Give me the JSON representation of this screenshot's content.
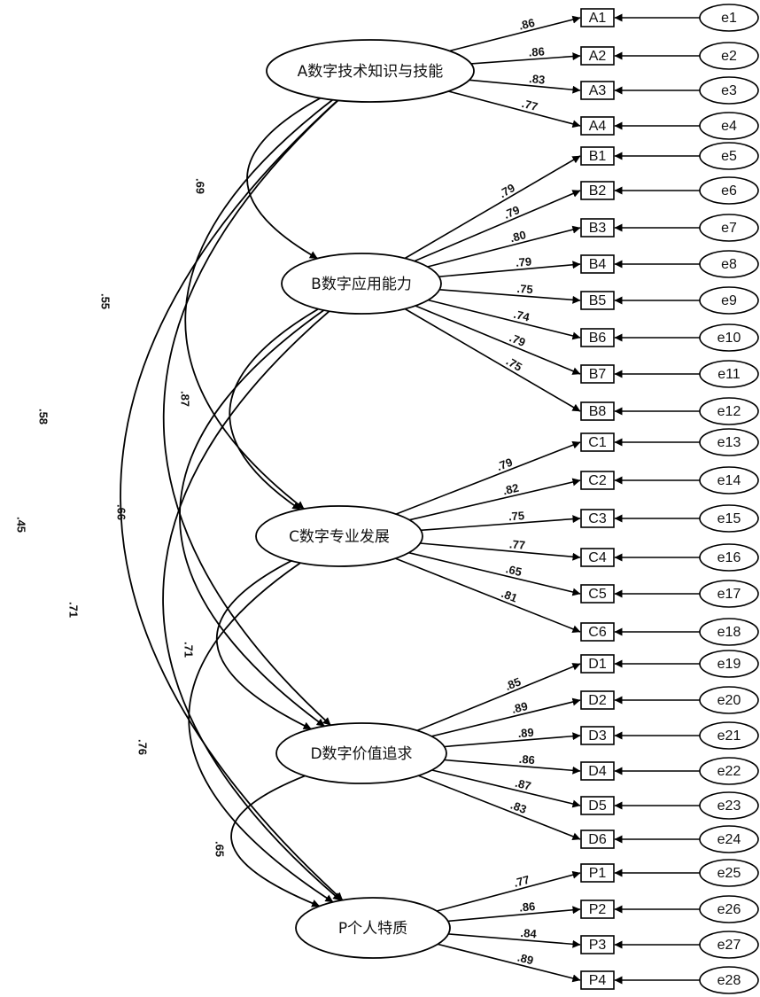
{
  "latents": [
    {
      "id": "A",
      "label": "A数字技术知识与技能"
    },
    {
      "id": "B",
      "label": "B数字应用能力"
    },
    {
      "id": "C",
      "label": "C数字专业发展"
    },
    {
      "id": "D",
      "label": "D数字价值追求"
    },
    {
      "id": "P",
      "label": "P个人特质"
    }
  ],
  "indicators": [
    {
      "label": "A1",
      "latent": "A",
      "loading": ".86",
      "error": "e1"
    },
    {
      "label": "A2",
      "latent": "A",
      "loading": ".86",
      "error": "e2"
    },
    {
      "label": "A3",
      "latent": "A",
      "loading": ".83",
      "error": "e3"
    },
    {
      "label": "A4",
      "latent": "A",
      "loading": ".77",
      "error": "e4"
    },
    {
      "label": "B1",
      "latent": "B",
      "loading": ".79",
      "error": "e5"
    },
    {
      "label": "B2",
      "latent": "B",
      "loading": ".79",
      "error": "e6"
    },
    {
      "label": "B3",
      "latent": "B",
      "loading": ".80",
      "error": "e7"
    },
    {
      "label": "B4",
      "latent": "B",
      "loading": ".79",
      "error": "e8"
    },
    {
      "label": "B5",
      "latent": "B",
      "loading": ".75",
      "error": "e9"
    },
    {
      "label": "B6",
      "latent": "B",
      "loading": ".74",
      "error": "e10"
    },
    {
      "label": "B7",
      "latent": "B",
      "loading": ".79",
      "error": "e11"
    },
    {
      "label": "B8",
      "latent": "B",
      "loading": ".75",
      "error": "e12"
    },
    {
      "label": "C1",
      "latent": "C",
      "loading": ".79",
      "error": "e13"
    },
    {
      "label": "C2",
      "latent": "C",
      "loading": ".82",
      "error": "e14"
    },
    {
      "label": "C3",
      "latent": "C",
      "loading": ".75",
      "error": "e15"
    },
    {
      "label": "C4",
      "latent": "C",
      "loading": ".77",
      "error": "e16"
    },
    {
      "label": "C5",
      "latent": "C",
      "loading": ".65",
      "error": "e17"
    },
    {
      "label": "C6",
      "latent": "C",
      "loading": ".81",
      "error": "e18"
    },
    {
      "label": "D1",
      "latent": "D",
      "loading": ".85",
      "error": "e19"
    },
    {
      "label": "D2",
      "latent": "D",
      "loading": ".89",
      "error": "e20"
    },
    {
      "label": "D3",
      "latent": "D",
      "loading": ".89",
      "error": "e21"
    },
    {
      "label": "D4",
      "latent": "D",
      "loading": ".86",
      "error": "e22"
    },
    {
      "label": "D5",
      "latent": "D",
      "loading": ".87",
      "error": "e23"
    },
    {
      "label": "D6",
      "latent": "D",
      "loading": ".83",
      "error": "e24"
    },
    {
      "label": "P1",
      "latent": "P",
      "loading": ".77",
      "error": "e25"
    },
    {
      "label": "P2",
      "latent": "P",
      "loading": ".86",
      "error": "e26"
    },
    {
      "label": "P3",
      "latent": "P",
      "loading": ".84",
      "error": "e27"
    },
    {
      "label": "P4",
      "latent": "P",
      "loading": ".89",
      "error": "e28"
    }
  ],
  "correlations": [
    {
      "from": "A",
      "to": "B",
      "value": ".69"
    },
    {
      "from": "A",
      "to": "C",
      "value": ".55"
    },
    {
      "from": "A",
      "to": "D",
      "value": ".58"
    },
    {
      "from": "A",
      "to": "P",
      "value": ".45"
    },
    {
      "from": "B",
      "to": "C",
      "value": ".87"
    },
    {
      "from": "B",
      "to": "D",
      "value": ".66"
    },
    {
      "from": "B",
      "to": "P",
      "value": ".71"
    },
    {
      "from": "C",
      "to": "D",
      "value": ".71"
    },
    {
      "from": "C",
      "to": "P",
      "value": ".76"
    },
    {
      "from": "D",
      "to": "P",
      "value": ".65"
    }
  ]
}
